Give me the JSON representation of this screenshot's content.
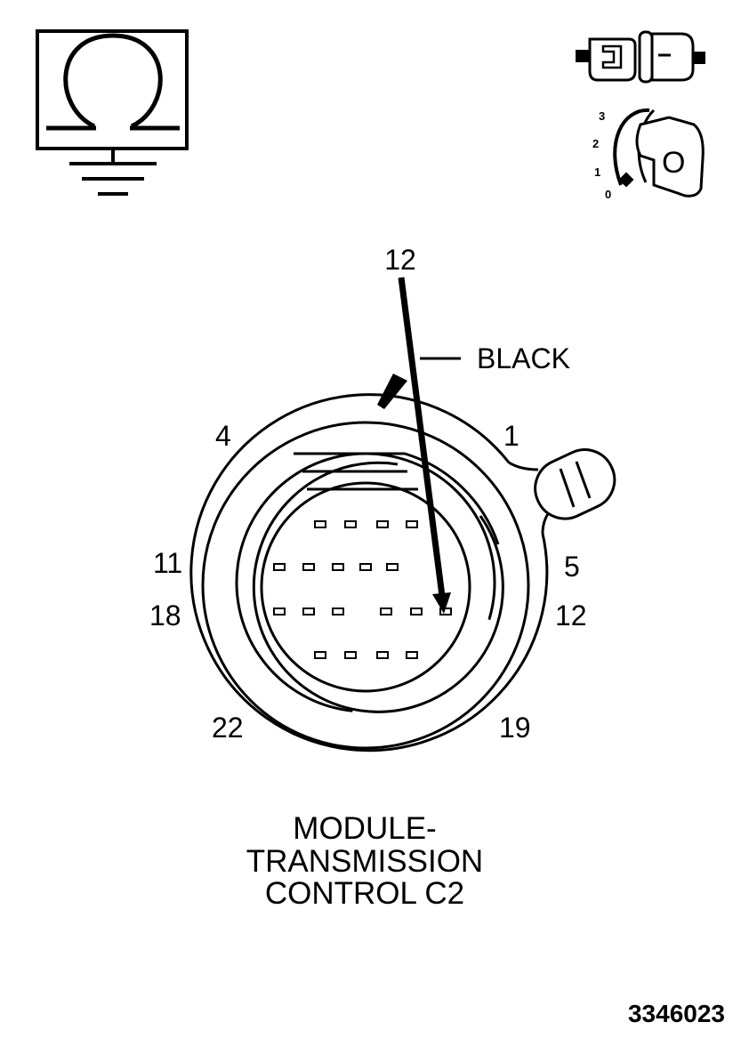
{
  "ohmmeter": {
    "symbol": "Ω"
  },
  "ignition_switch": {
    "positions": [
      "3",
      "2",
      "1",
      "0"
    ],
    "key_label": "O"
  },
  "probe_pin": "12",
  "wire_color_label": "BLACK",
  "connector": {
    "pin_labels": {
      "p1": "1",
      "p4": "4",
      "p5": "5",
      "p11": "11",
      "p12": "12",
      "p18": "18",
      "p19": "19",
      "p22": "22"
    }
  },
  "title_lines": [
    "MODULE-",
    "TRANSMISSION",
    "CONTROL C2"
  ],
  "figure_number": "3346023"
}
